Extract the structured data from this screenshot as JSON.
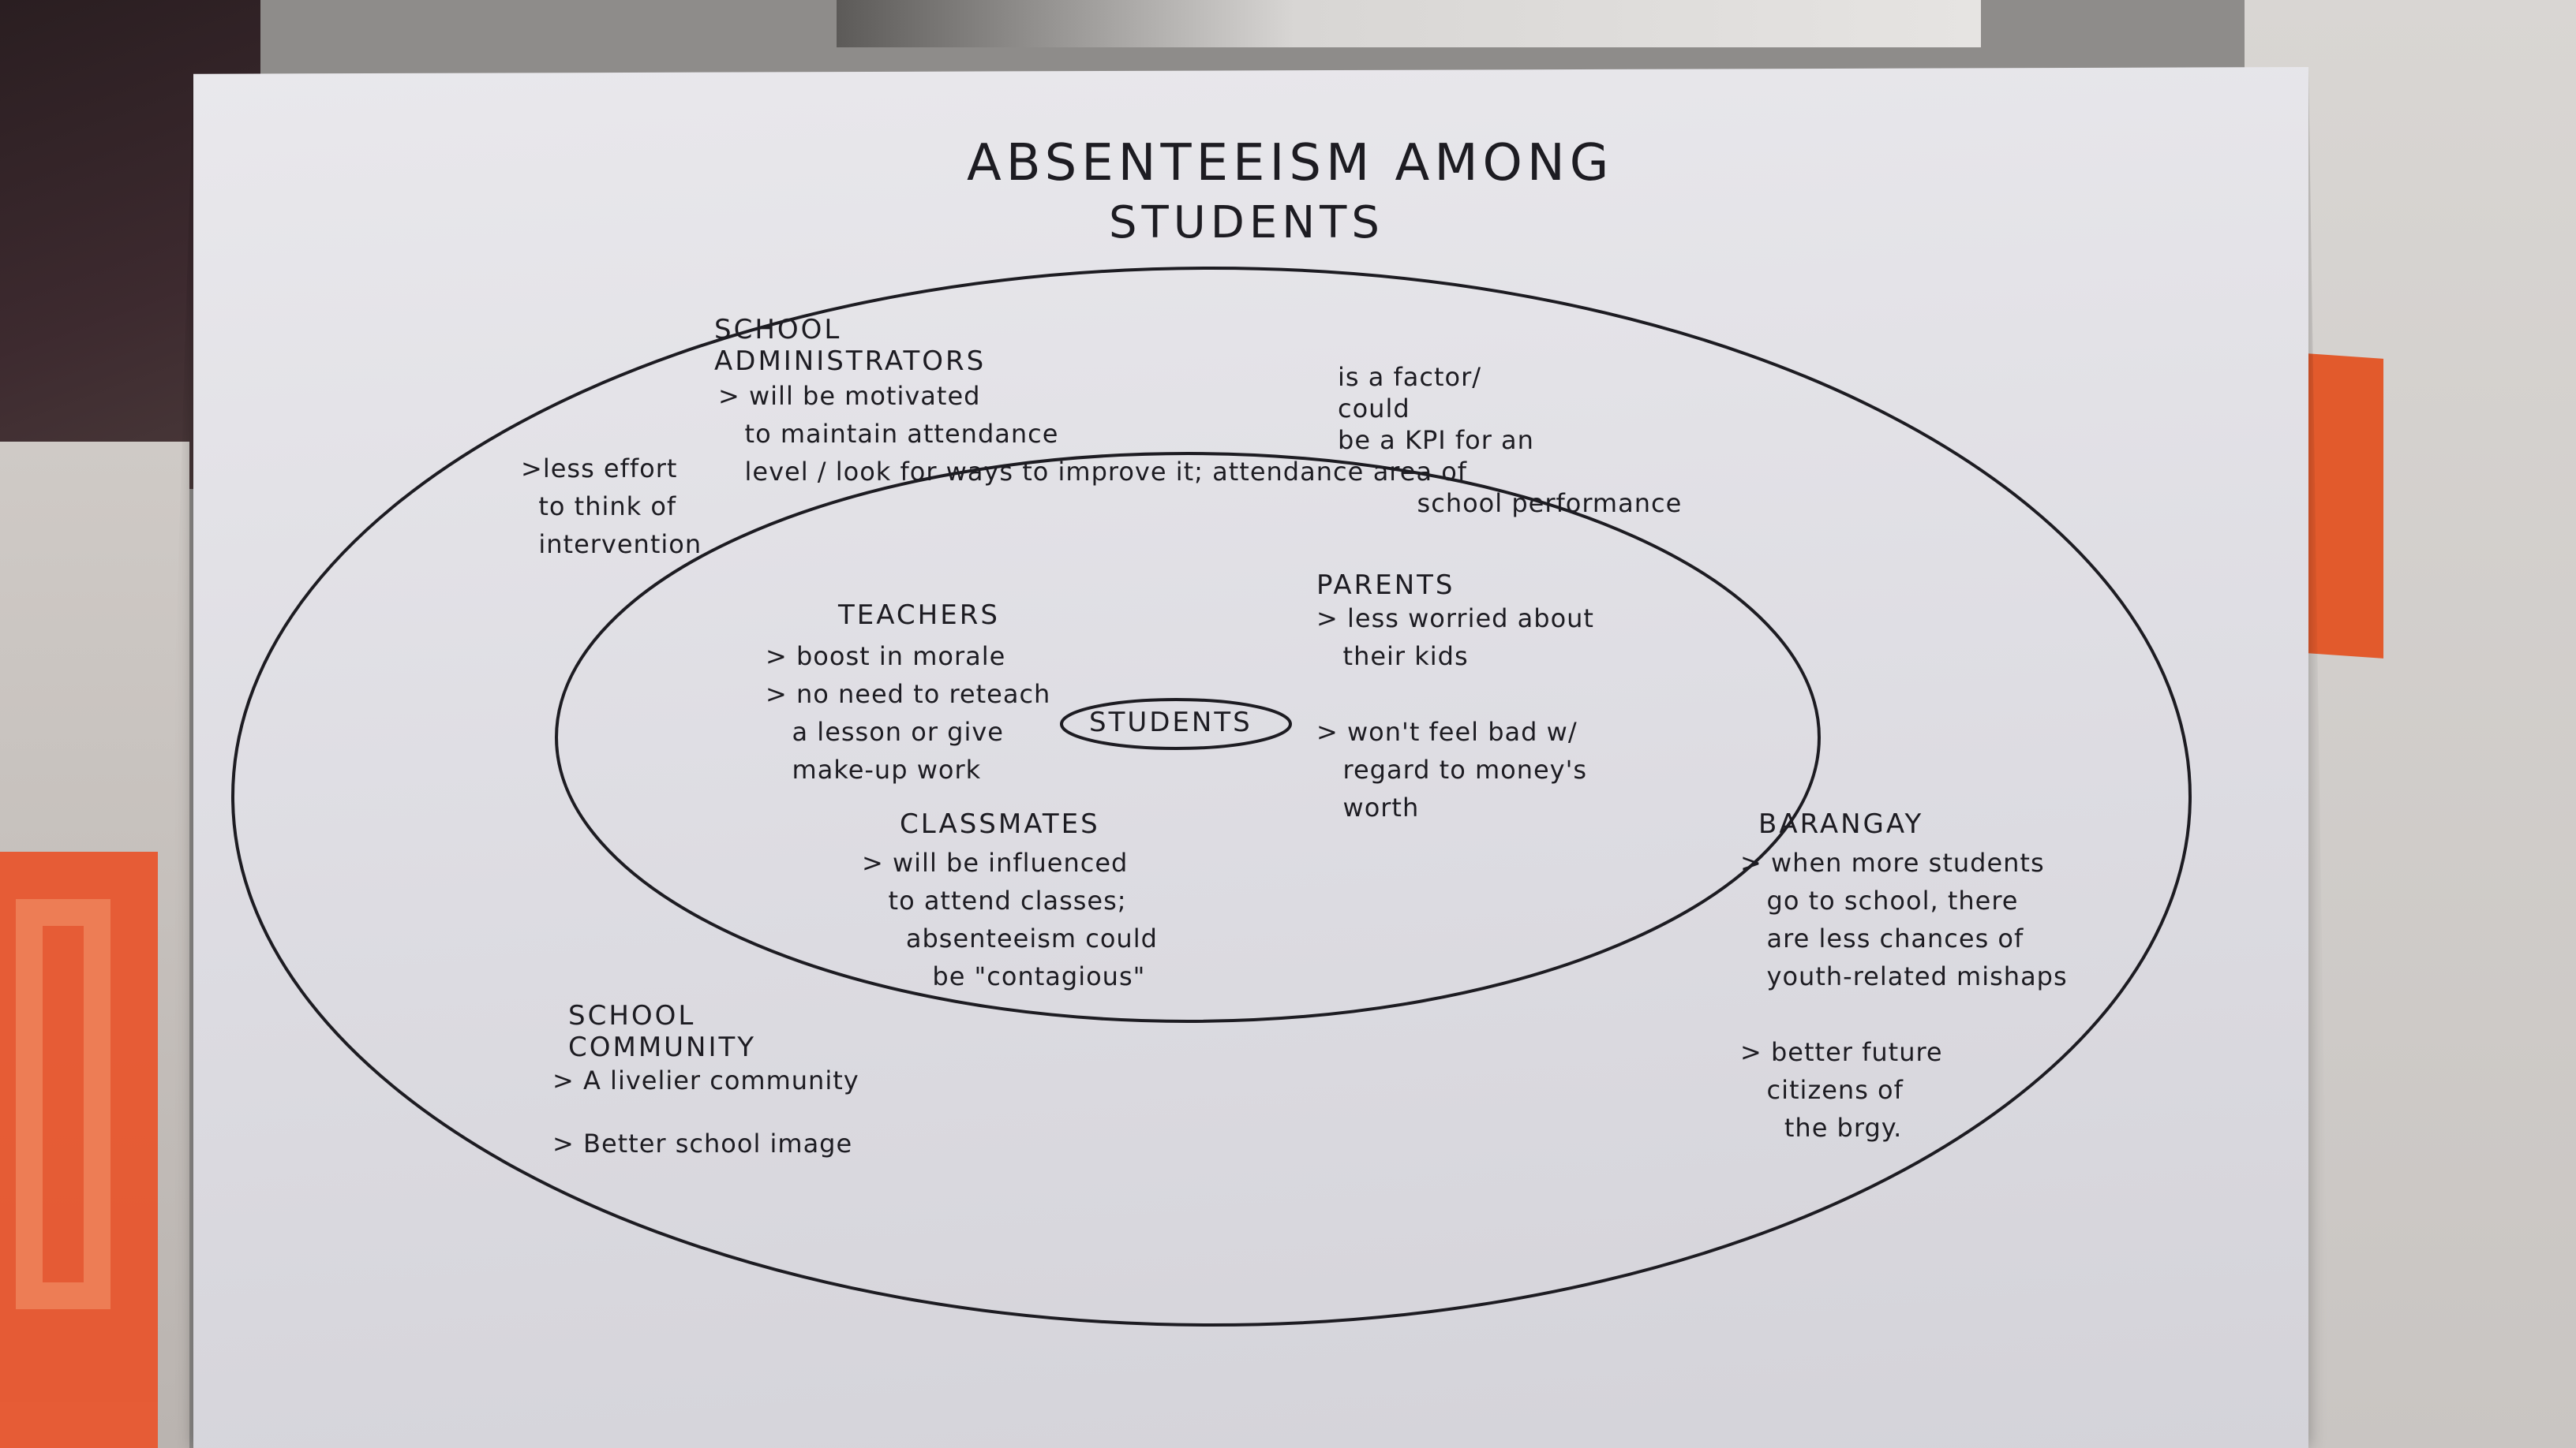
{
  "diagram": {
    "title_line1": "ABSENTEEISM AMONG",
    "title_line2": "STUDENTS",
    "center": "STUDENTS",
    "inner_ring": {
      "teachers": {
        "heading": "TEACHERS",
        "points": "> boost in morale\n> no need to reteach\n   a lesson or give\n   make-up work"
      },
      "parents": {
        "heading": "PARENTS",
        "points": "> less worried about\n   their kids\n\n> won't feel bad w/\n   regard to money's\n   worth"
      },
      "classmates": {
        "heading": "CLASSMATES",
        "points": "> will be influenced\n   to attend classes;\n     absenteeism could\n        be \"contagious\""
      }
    },
    "outer_ring": {
      "school_administrators": {
        "heading": "SCHOOL\nADMINISTRATORS",
        "points": "> will be motivated\n   to maintain attendance\n   level / look for ways to improve it; attendance",
        "continuation": "is a factor/\ncould\nbe a KPI for an\n    area of\n         school performance",
        "side_note": ">less effort\n  to think of\n  intervention"
      },
      "barangay": {
        "heading": "BARANGAY",
        "points": "> when more students\n   go to school, there\n   are less chances of\n   youth-related mishaps\n\n> better future\n   citizens of\n     the brgy."
      },
      "school_community": {
        "heading": "SCHOOL\nCOMMUNITY",
        "points": "> A livelier community\n\n> Better school image"
      }
    }
  },
  "colors": {
    "ink": "#1d1c22",
    "paper": "#e4e3e8"
  }
}
